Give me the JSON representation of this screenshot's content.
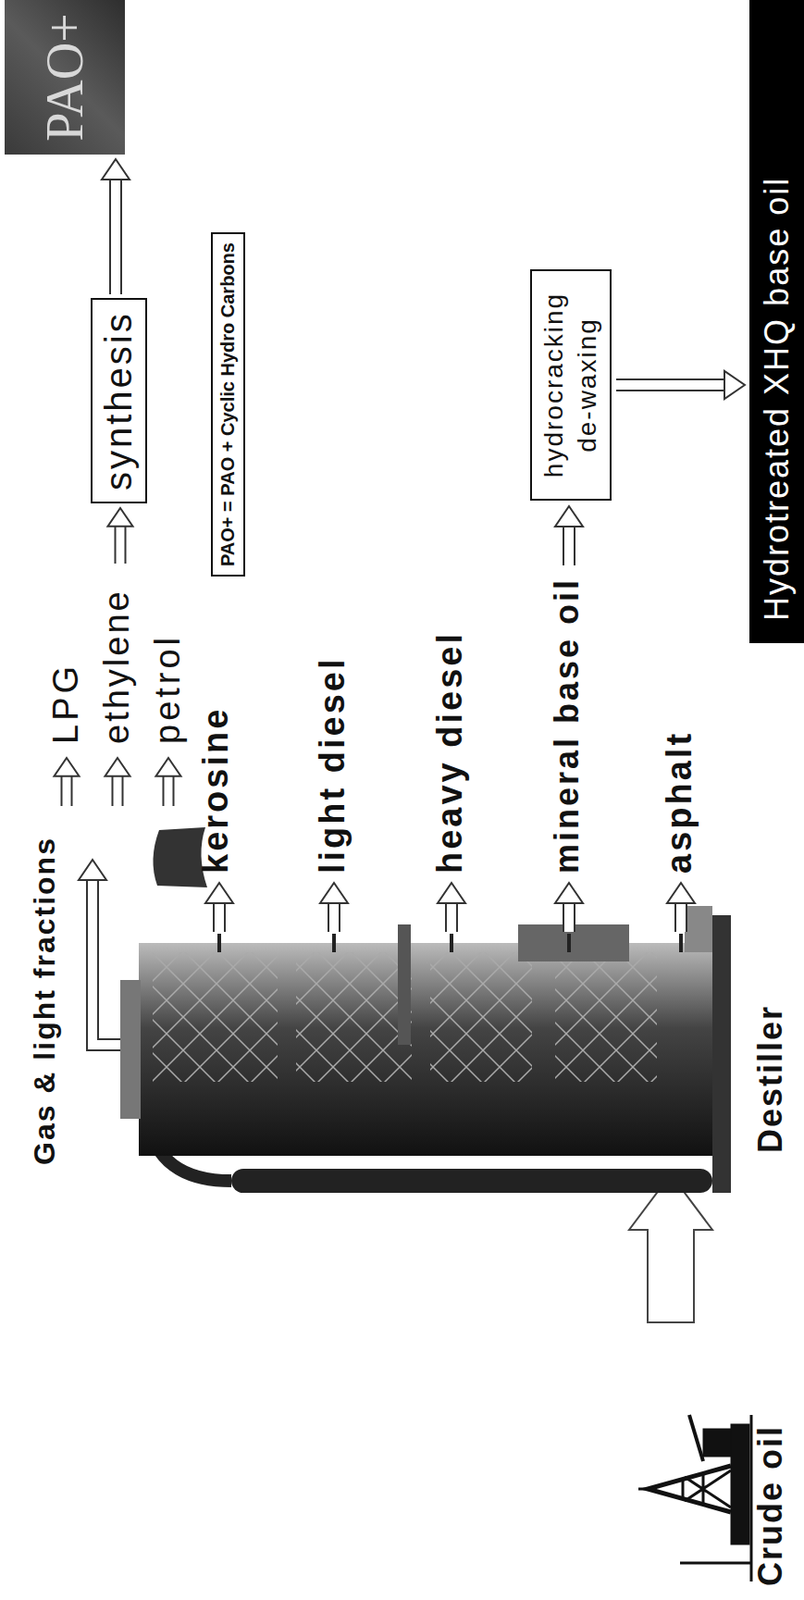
{
  "diagram": {
    "nodes": [
      {
        "text": [
          "synthesis"
        ]
      },
      {
        "text": [
          "PAO+"
        ]
      },
      {
        "text": [
          "PAO+ = PAO + Cyclic Hydro Carbons"
        ]
      },
      {
        "text": [
          "hydrocracking de-waxing"
        ]
      },
      {
        "text": [
          "Hydrotreated XHQ base oil"
        ]
      }
    ],
    "edges": [
      {
        "from": 0,
        "to": 1,
        "arrow": "to"
      },
      {
        "from": 3,
        "to": 4,
        "arrow": "to"
      }
    ],
    "labels": [
      "Crude oil",
      "Destiller",
      "Gas & light fractions",
      "LPG",
      "ethylene",
      "petrol",
      "kerosine",
      "light diesel",
      "heavy diesel",
      "mineral base oil",
      "asphalt"
    ]
  }
}
